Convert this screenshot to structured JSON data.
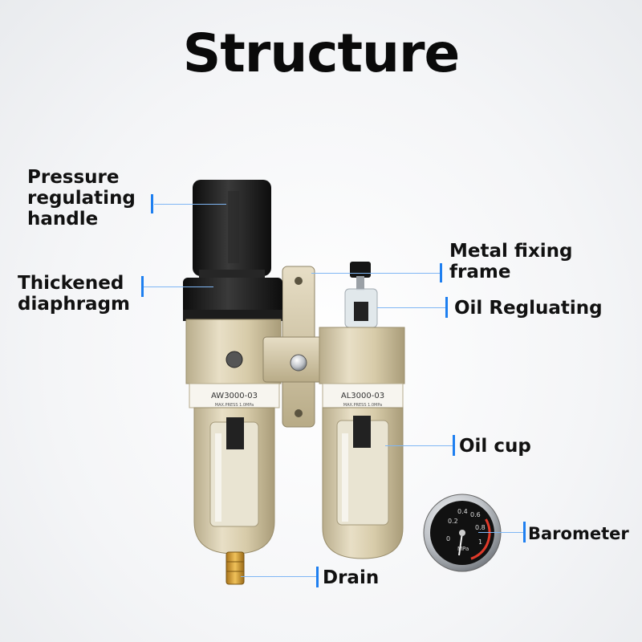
{
  "title": "Structure",
  "parts": {
    "pressure_handle": "Pressure\nregulating\nhandle",
    "diaphragm": "Thickened\ndiaphragm",
    "metal_frame": "Metal fixing\nframe",
    "oil_regulating": "Oil Regluating",
    "oil_cup": "Oil cup",
    "barometer": "Barometer",
    "drain": "Drain"
  },
  "model_labels": {
    "filter_model": "AW3000-03",
    "filter_pressure": "MAX.PRESS 1.0MPa",
    "lubricator_model": "AL3000-03",
    "lubricator_pressure": "MAX.PRESS 1.0MPa"
  },
  "gauge": {
    "unit": "MPa",
    "ticks": [
      "0",
      "0.2",
      "0.4",
      "0.6",
      "0.8",
      "1"
    ]
  },
  "colors": {
    "accent": "#1e7ff0",
    "body_gold": "#d8cdb0",
    "knob_black": "#1a1a1a",
    "brass": "#d9a12c"
  }
}
